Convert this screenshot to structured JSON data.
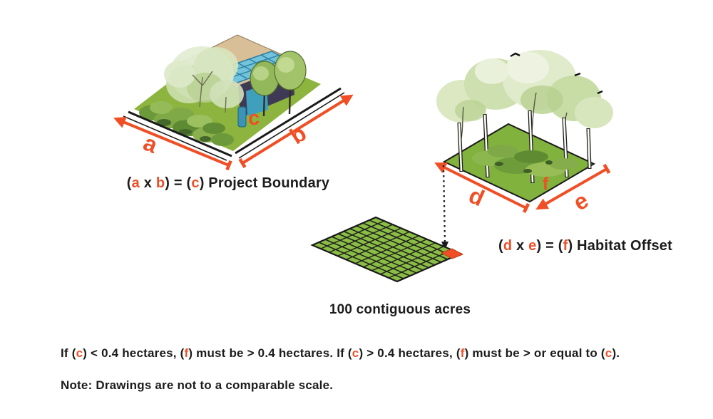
{
  "palette": {
    "orange": "#F04F26",
    "ink": "#1C1C1C",
    "project_lawn": "#8CB43E",
    "habitat_lawn": "#82B23E",
    "grid_green": "#8ABD44",
    "roof_tan": "#D9BF97",
    "panel_blue": "#72C3DC",
    "wall_dark": "#3E3A56",
    "glass_teal": "#3FA0BD"
  },
  "project": {
    "dim_a": "a",
    "dim_b": "b",
    "area_c": "c",
    "formula": {
      "pre": "(",
      "a": "a",
      "times": " x ",
      "b": "b",
      "mid": ") = (",
      "c": "c",
      "post": ") Project Boundary"
    }
  },
  "habitat": {
    "dim_d": "d",
    "dim_e": "e",
    "area_f": "f",
    "formula": {
      "pre": "(",
      "d": "d",
      "times": " x ",
      "e": "e",
      "mid": ") = (",
      "f": "f",
      "post": ") Habitat Offset"
    }
  },
  "grid": {
    "caption": "100 contiguous acres"
  },
  "footnote": {
    "s1": "If (",
    "c1": "c",
    "s2": ") < 0.4 hectares, (",
    "f1": "f",
    "s3": ") must be > 0.4 hectares. If (",
    "c2": "c",
    "s4": ") > 0.4 hectares, (",
    "f2": "f",
    "s5": ") must be > or equal to (",
    "c3": "c",
    "s6": ")."
  },
  "note": "Note: Drawings are not to a comparable scale."
}
